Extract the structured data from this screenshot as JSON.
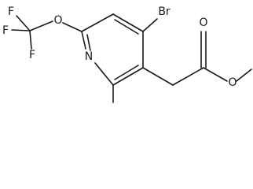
{
  "molecule": {
    "atoms": {
      "fluorine_top": "F",
      "fluorine_left": "F",
      "fluorine_bottom": "F",
      "oxygen_ether": "O",
      "nitrogen_ring": "N",
      "bromine": "Br",
      "oxygen_carbonyl": "O",
      "oxygen_ester": "O"
    }
  }
}
